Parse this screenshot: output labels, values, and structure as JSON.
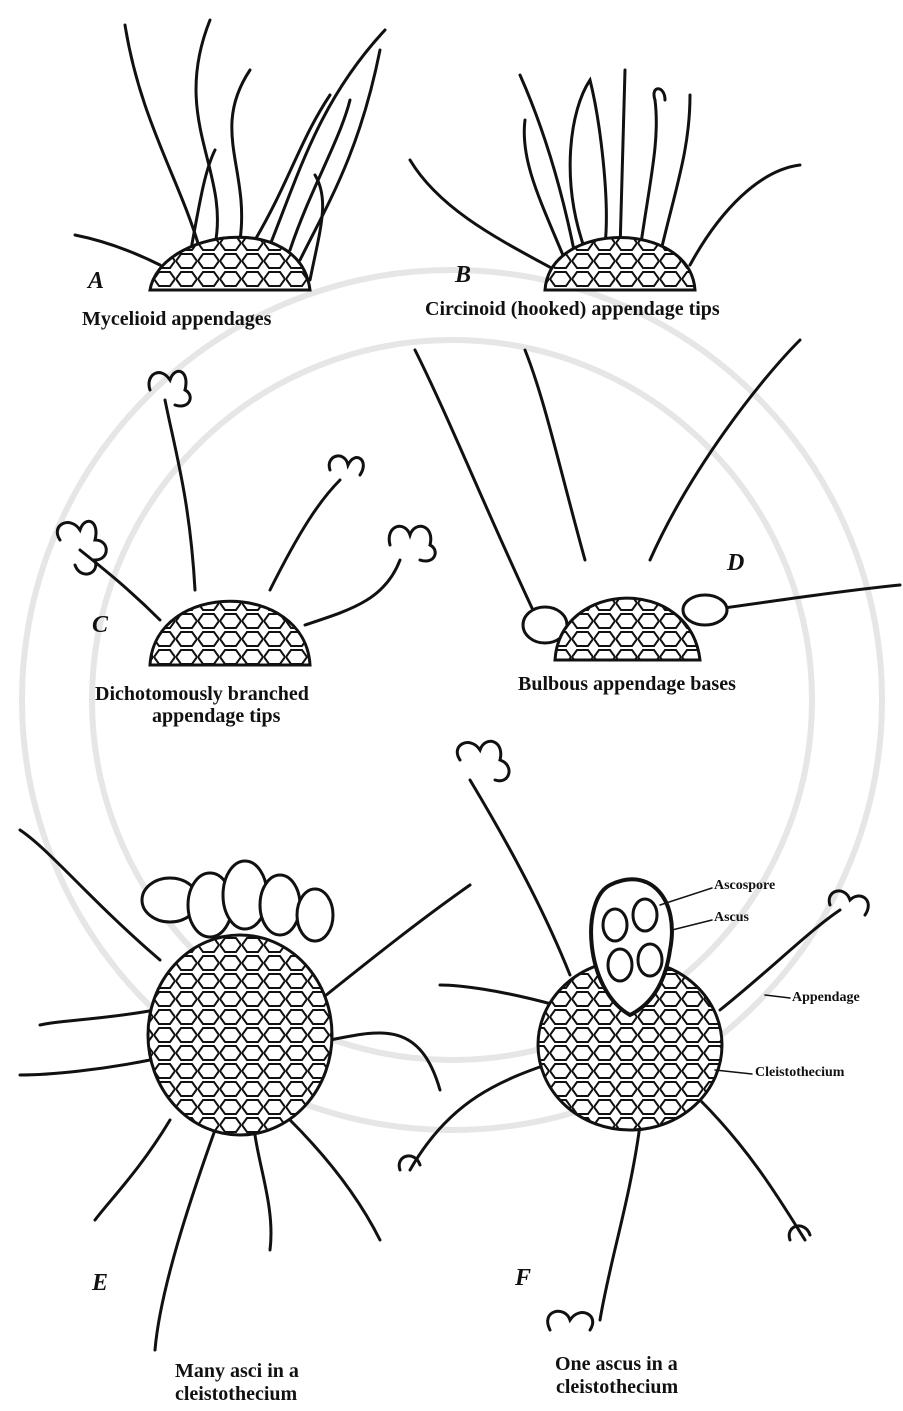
{
  "panels": {
    "a": {
      "letter": "A",
      "caption": "Mycelioid appendages"
    },
    "b": {
      "letter": "B",
      "caption": "Circinoid (hooked) appendage tips"
    },
    "c": {
      "letter": "C",
      "caption_line1": "Dichotomously branched",
      "caption_line2": "appendage tips"
    },
    "d": {
      "letter": "D",
      "caption": "Bulbous appendage bases"
    },
    "e": {
      "letter": "E",
      "caption_line1": "Many asci in a",
      "caption_line2": "cleistothecium"
    },
    "f": {
      "letter": "F",
      "caption_line1": "One ascus in a",
      "caption_line2": "cleistothecium"
    }
  },
  "callouts": {
    "ascospore": "Ascospore",
    "ascus": "Ascus",
    "appendage": "Appendage",
    "cleistothecium": "Cleistothecium"
  },
  "colors": {
    "ink": "#111111",
    "fill": "#ffffff",
    "watermark": "#e6e6e6"
  }
}
